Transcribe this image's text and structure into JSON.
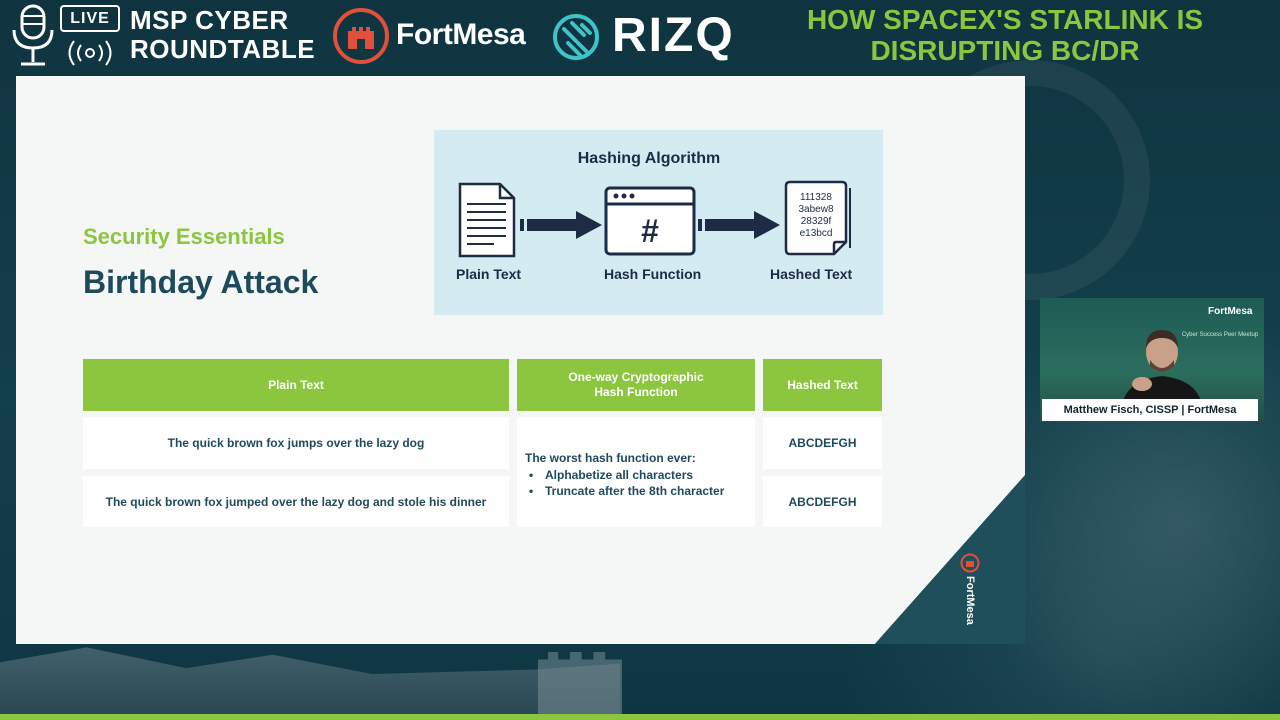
{
  "header": {
    "live_label": "LIVE",
    "show_title_line1": "MSP CYBER",
    "show_title_line2": "ROUNDTABLE",
    "fortmesa_brand": "FortMesa",
    "rizq_brand": "RIZQ",
    "episode_title_line1": "HOW SPACEX'S STARLINK IS",
    "episode_title_line2": "DISRUPTING BC/DR",
    "accent_color": "#8cc63f"
  },
  "slide": {
    "section_label": "Security Essentials",
    "heading": "Birthday Attack",
    "corner_brand": "FortMesa",
    "diagram": {
      "title": "Hashing Algorithm",
      "plain_caption": "Plain Text",
      "hash_caption": "Hash Function",
      "hashed_caption": "Hashed Text",
      "hash_symbol": "#",
      "hashed_lines": [
        "111328",
        "3abew8",
        "28329f",
        "e13bcd"
      ]
    },
    "table": {
      "headers": {
        "plain_text": "Plain Text",
        "function_line1": "One-way Cryptographic",
        "function_line2": "Hash Function",
        "hashed_text": "Hashed Text"
      },
      "rows": [
        {
          "plain": "The quick brown fox jumps over the lazy dog",
          "hashed": "ABCDEFGH"
        },
        {
          "plain": "The quick brown fox jumped over the lazy dog and stole his dinner",
          "hashed": "ABCDEFGH"
        }
      ],
      "function_title": "The worst hash function ever:",
      "function_bullets": [
        "Alphabetize all characters",
        "Truncate after the 8th character"
      ]
    }
  },
  "presenter": {
    "name": "Matthew Fisch, CISSP | FortMesa",
    "backdrop_logo": "FortMesa",
    "backdrop_title": "Cyber Success Peer Meetup"
  }
}
